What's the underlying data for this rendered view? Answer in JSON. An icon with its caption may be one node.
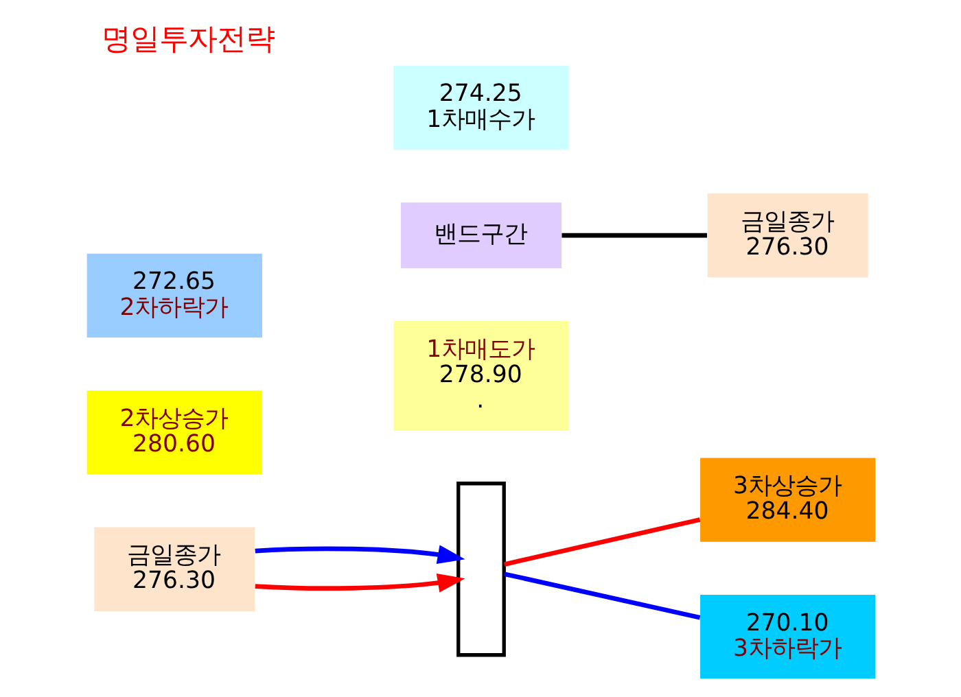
{
  "diagram": {
    "title": "명일투자전략",
    "nodes": [
      {
        "text": [
          "금일종가",
          "276.30"
        ]
      },
      {
        "text": [
          "1차매도가",
          "278.90",
          "."
        ]
      },
      {
        "text": [
          "2차상승가",
          "280.60"
        ]
      },
      {
        "text": [
          "3차상승가",
          "284.40"
        ]
      },
      {
        "text": [],
        "shape": "bar"
      },
      {
        "text": [
          "밴드구간"
        ]
      },
      {
        "text": [
          "금일종가",
          "276.30"
        ]
      },
      {
        "text": [
          "274.25",
          "1차매수가"
        ]
      },
      {
        "text": [
          "272.65",
          "2차하락가"
        ]
      },
      {
        "text": [
          "270.10",
          "3차하락가"
        ]
      }
    ],
    "edges": [
      {
        "from": 0,
        "to": 4,
        "arrow": "to",
        "color": "#ff0000"
      },
      {
        "from": 0,
        "to": 4,
        "arrow": "to",
        "color": "#0000ff"
      },
      {
        "from": 4,
        "to": 3,
        "arrow": "none",
        "color": "#ff0000"
      },
      {
        "from": 5,
        "to": 6,
        "arrow": "none",
        "color": "#000000"
      },
      {
        "from": 4,
        "to": 9,
        "arrow": "none",
        "color": "#0000ff"
      }
    ]
  }
}
